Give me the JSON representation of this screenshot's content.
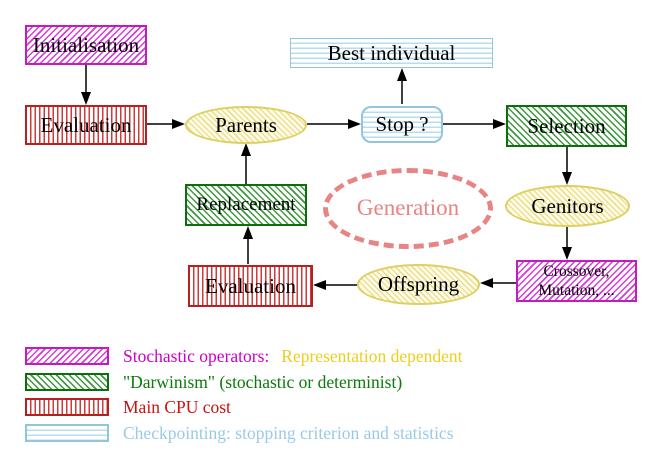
{
  "nodes": {
    "initialisation": "Initialisation",
    "evaluation_top": "Evaluation",
    "parents": "Parents",
    "best_individual": "Best individual",
    "stop": "Stop ?",
    "selection": "Selection",
    "replacement": "Replacement",
    "generation": "Generation",
    "genitors": "Genitors",
    "evaluation_bottom": "Evaluation",
    "offspring": "Offspring",
    "crossover_line1": "Crossover,",
    "crossover_line2": "Mutation, ..."
  },
  "legend": {
    "items": [
      {
        "swatch_icon": "magenta-diagonal-hatch-swatch",
        "label": "Stochastic operators:",
        "label2": "Representation dependent"
      },
      {
        "swatch_icon": "green-diagonal-hatch-swatch",
        "label": "\"Darwinism\" (stochastic or determinist)"
      },
      {
        "swatch_icon": "red-vertical-lines-swatch",
        "label": "Main CPU cost"
      },
      {
        "swatch_icon": "cyan-horizontal-lines-swatch",
        "label": "Checkpointing: stopping criterion and statistics"
      }
    ]
  },
  "colors": {
    "magenta": "#cc00cc",
    "gold": "#eecd20",
    "green": "#0a7a0a",
    "red": "#cc1111",
    "light_blue": "#99cbe8",
    "salmon": "#e88484",
    "yellow_border": "#ddcf62",
    "arrow_black": "#000000"
  }
}
